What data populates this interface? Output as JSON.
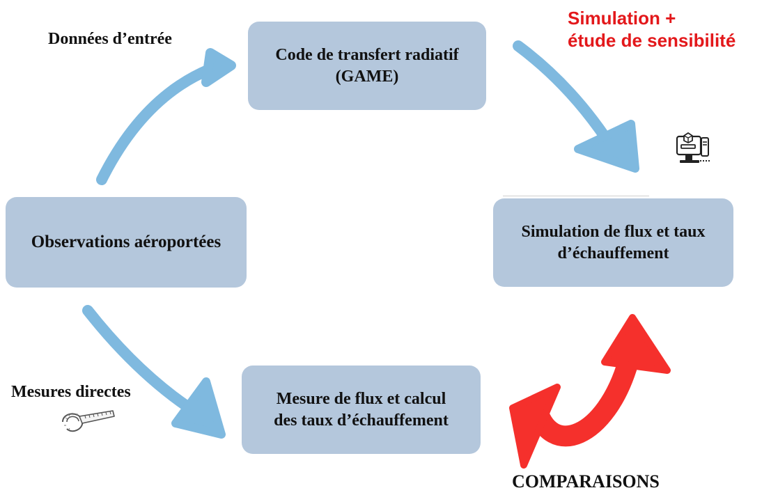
{
  "boxes": {
    "code": "Code de transfert radiatif\n(GAME)",
    "observations": "Observations aéroportées",
    "simulation": "Simulation de flux et taux\nd’échauffement",
    "mesure": "Mesure de flux et calcul\ndes taux d’échauffement"
  },
  "labels": {
    "donnees": "Données d’entrée",
    "mesures": "Mesures directes",
    "comparaisons": "COMPARAISONS",
    "simulation_sensibilite": "Simulation +\nétude de sensibilité"
  },
  "colors": {
    "box_fill": "#b4c7dc",
    "arrow_blue": "#7fb9df",
    "arrow_red": "#f5302c",
    "highlight_red": "#e3181b"
  },
  "icons": [
    "computer-icon",
    "measuring-tape-icon"
  ]
}
